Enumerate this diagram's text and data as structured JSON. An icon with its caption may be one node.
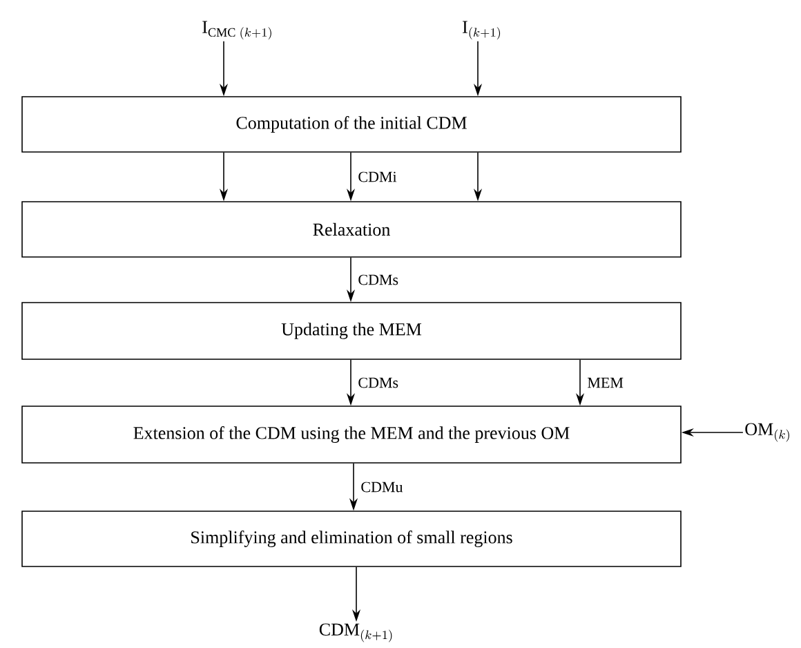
{
  "diagram": {
    "nodes": [
      {
        "text": [
          "\\mathrm{I}_{\\mathrm{CMC}\\;(k+1)}"
        ]
      },
      {
        "text": [
          "\\mathrm{I}_{(k+1)}"
        ]
      },
      {
        "text": [
          "Computation of the initial CDM"
        ]
      },
      {
        "text": [
          "Relaxation"
        ]
      },
      {
        "text": [
          "Updating the MEM"
        ]
      },
      {
        "text": [
          "Extension of the CDM using the MEM and the previous OM"
        ]
      },
      {
        "text": [
          "\\mathrm{OM}_{(k)}"
        ]
      },
      {
        "text": [
          "Simplifying and elimination of small regions"
        ]
      },
      {
        "text": [
          "\\mathrm{CDM}_{(k+1)}"
        ]
      }
    ],
    "edges": [
      {
        "from": 0,
        "to": 2,
        "arrow": "to"
      },
      {
        "from": 1,
        "to": 2,
        "arrow": "to"
      },
      {
        "from": 2,
        "to": 3,
        "arrow": "to"
      },
      {
        "from": 2,
        "to": 3,
        "arrow": "to",
        "label": "CDMi"
      },
      {
        "from": 2,
        "to": 3,
        "arrow": "to"
      },
      {
        "from": 3,
        "to": 4,
        "arrow": "to",
        "label": "CDMs"
      },
      {
        "from": 4,
        "to": 5,
        "arrow": "to",
        "label": "CDMs"
      },
      {
        "from": 4,
        "to": 5,
        "arrow": "to",
        "label": "MEM"
      },
      {
        "from": 6,
        "to": 5,
        "arrow": "to"
      },
      {
        "from": 5,
        "to": 7,
        "arrow": "to",
        "label": "CDMu"
      },
      {
        "from": 7,
        "to": 8,
        "arrow": "to"
      }
    ]
  }
}
